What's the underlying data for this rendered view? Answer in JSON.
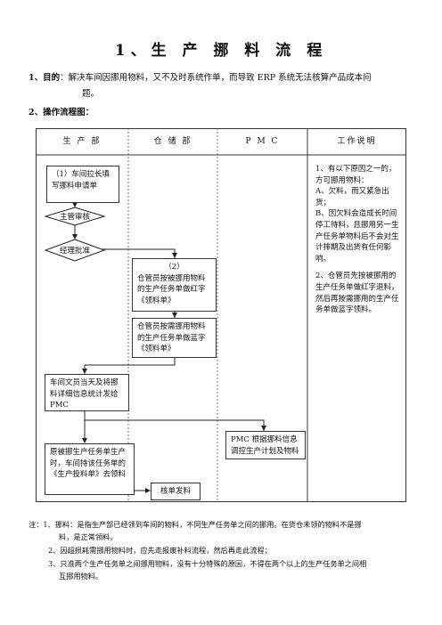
{
  "doc": {
    "title": "1、生 产 挪 料 流 程",
    "purpose_label": "1、目的",
    "purpose_text": "：解决车间因挪用物料，又不及时系统作单，而导致 ERP 系统无法核算产品成本问",
    "purpose_text2": "题。",
    "flow_label": "2、操作流程图："
  },
  "table": {
    "headers": [
      "生 产 部",
      "仓 储 部",
      "P M C",
      "工作说明"
    ]
  },
  "flow": {
    "box1": "（1）车间拉长填写挪料申请单",
    "diamond1": "主管审核",
    "diamond2": "经理批准",
    "box2_num": "（2）",
    "box2_text": "仓管员按被挪用物料的生产任务单做红字《领料单》",
    "box3": "仓管员按需挪用物料的生产任务单做蓝字《领料单》",
    "box4": "车间文员当天及将挪料详细信息统计发给PMC",
    "box5": "PMC 根据挪料信息调控生产计划及物料",
    "box6": "原被挪生产任务单生产时，车间持该任务单的《生产投料单》去领料",
    "box7": "核单发料"
  },
  "notes_col": {
    "p1": "1、有以下原因之一的，方可挪用物料：",
    "p2": "A、欠料，而又紧急出货；",
    "p3": "B、因欠料会造成长时间停工待料，且挪用另一生产任务单物料后不会对生计排期及出货有任何影响。",
    "p4": "2、仓管员先按被挪用的生产任务单做红字退料，然后再按需挪用的生产任务单做蓝字领料。"
  },
  "footer": {
    "n1": "注：1、挪料：是指生产部已经领到车间的物料，不同生产任务单之间的挪用。在货仓未领的物料不是挪",
    "n1b": "料，是正常领料。",
    "n2": "2、因超损耗需挪用物料时，应先走报废补料流程，然后再走此流程；",
    "n3": "3、只准两个生产任务单之间挪用物料，没有十分特殊的原因，不得在两个以上的生产任务单之间相",
    "n3b": "互挪用物料。"
  }
}
